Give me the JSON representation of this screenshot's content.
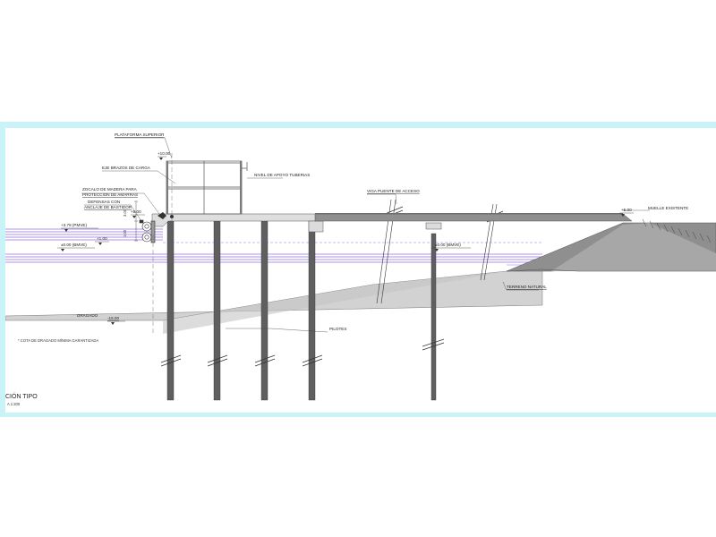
{
  "drawing": {
    "title": "CIÓN TIPO",
    "scale": "A 1:200",
    "labels": {
      "plataforma": "PLATAFORMA SUPERIOR",
      "elev_top": "+10.00",
      "eje_brazos": "EJE BRAZOS DE CARGA",
      "nivel_apoyo": "NIVEL DE APOYO TUBERIAS",
      "zocalo_1": "ZOCALO DE MADERA PARA",
      "zocalo_2": "PROTECCION DE AMARRAS",
      "defensas_1": "DEFENSAS CON",
      "defensas_2": "ANCLAJE DE BASTIDOR",
      "elev_deck": "+5.00",
      "dim_1": "3.00",
      "dim_2": "1.00",
      "elev_pmve": "+3.78 (PMVE)",
      "elev_mid": "+1.00",
      "elev_bmve_left": "±0.00 (BMVE)",
      "dragado": "DRAGADO",
      "elev_dragado": "-15.00",
      "nota": "* COTA DE DRAGADO MÍNIMA GARANTIZADA",
      "pilotes": "PILOTES",
      "viga": "VIGA PUENTE DE ACCESO",
      "elev_bmve_right": "±0.00 (BMVE)",
      "elev_muelle": "+5.00",
      "muelle": "MUELLE EXISTENTE",
      "terreno": "TERRENO NATURAL"
    }
  },
  "colors": {
    "frame": "#c9f3f6",
    "water_line": "#5a2bd8",
    "pile": "#5f5f5f",
    "seabed": "#c8c8c8",
    "slope": "#9a9a9a",
    "deck": "#8f8f8f"
  }
}
